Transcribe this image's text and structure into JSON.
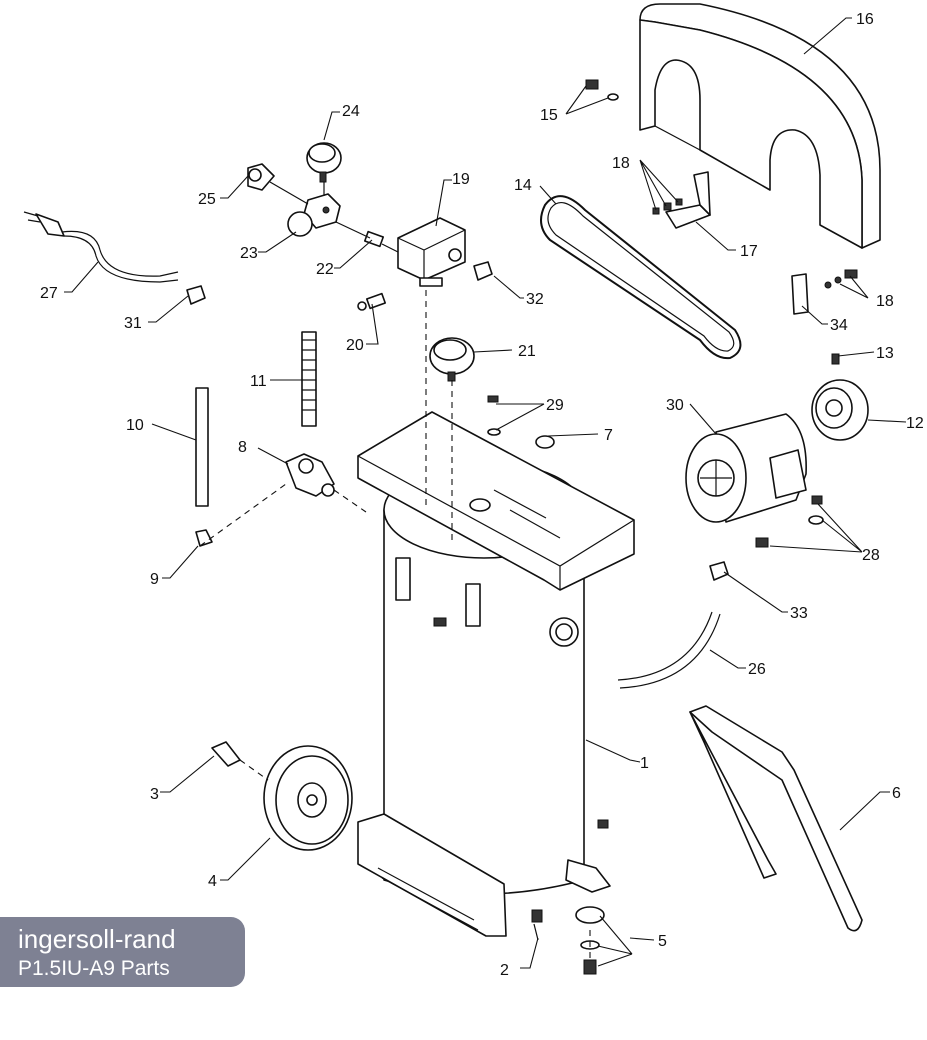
{
  "label": {
    "brand": "ingersoll-rand",
    "model": "P1.5IU-A9 Parts"
  },
  "callouts": [
    "1",
    "2",
    "3",
    "4",
    "5",
    "6",
    "7",
    "8",
    "9",
    "10",
    "11",
    "12",
    "13",
    "14",
    "15",
    "16",
    "17",
    "18",
    "18",
    "19",
    "20",
    "21",
    "22",
    "23",
    "24",
    "25",
    "26",
    "27",
    "28",
    "29",
    "30",
    "31",
    "32",
    "33",
    "34"
  ]
}
